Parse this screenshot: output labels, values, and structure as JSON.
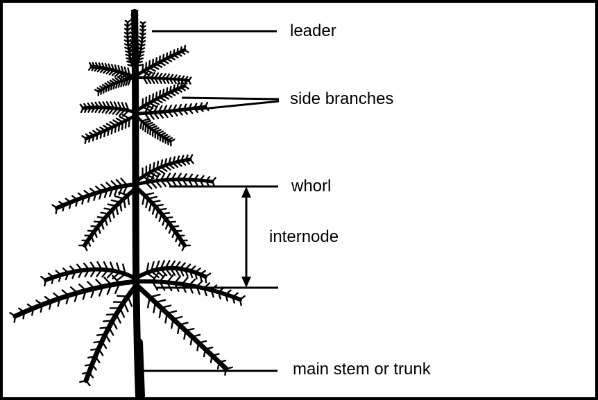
{
  "labels": {
    "leader": "leader",
    "side_branches": "side branches",
    "whorl": "whorl",
    "internode": "internode",
    "main_stem": "main stem or trunk"
  },
  "colors": {
    "ink": "#000000",
    "paper": "#ffffff"
  }
}
